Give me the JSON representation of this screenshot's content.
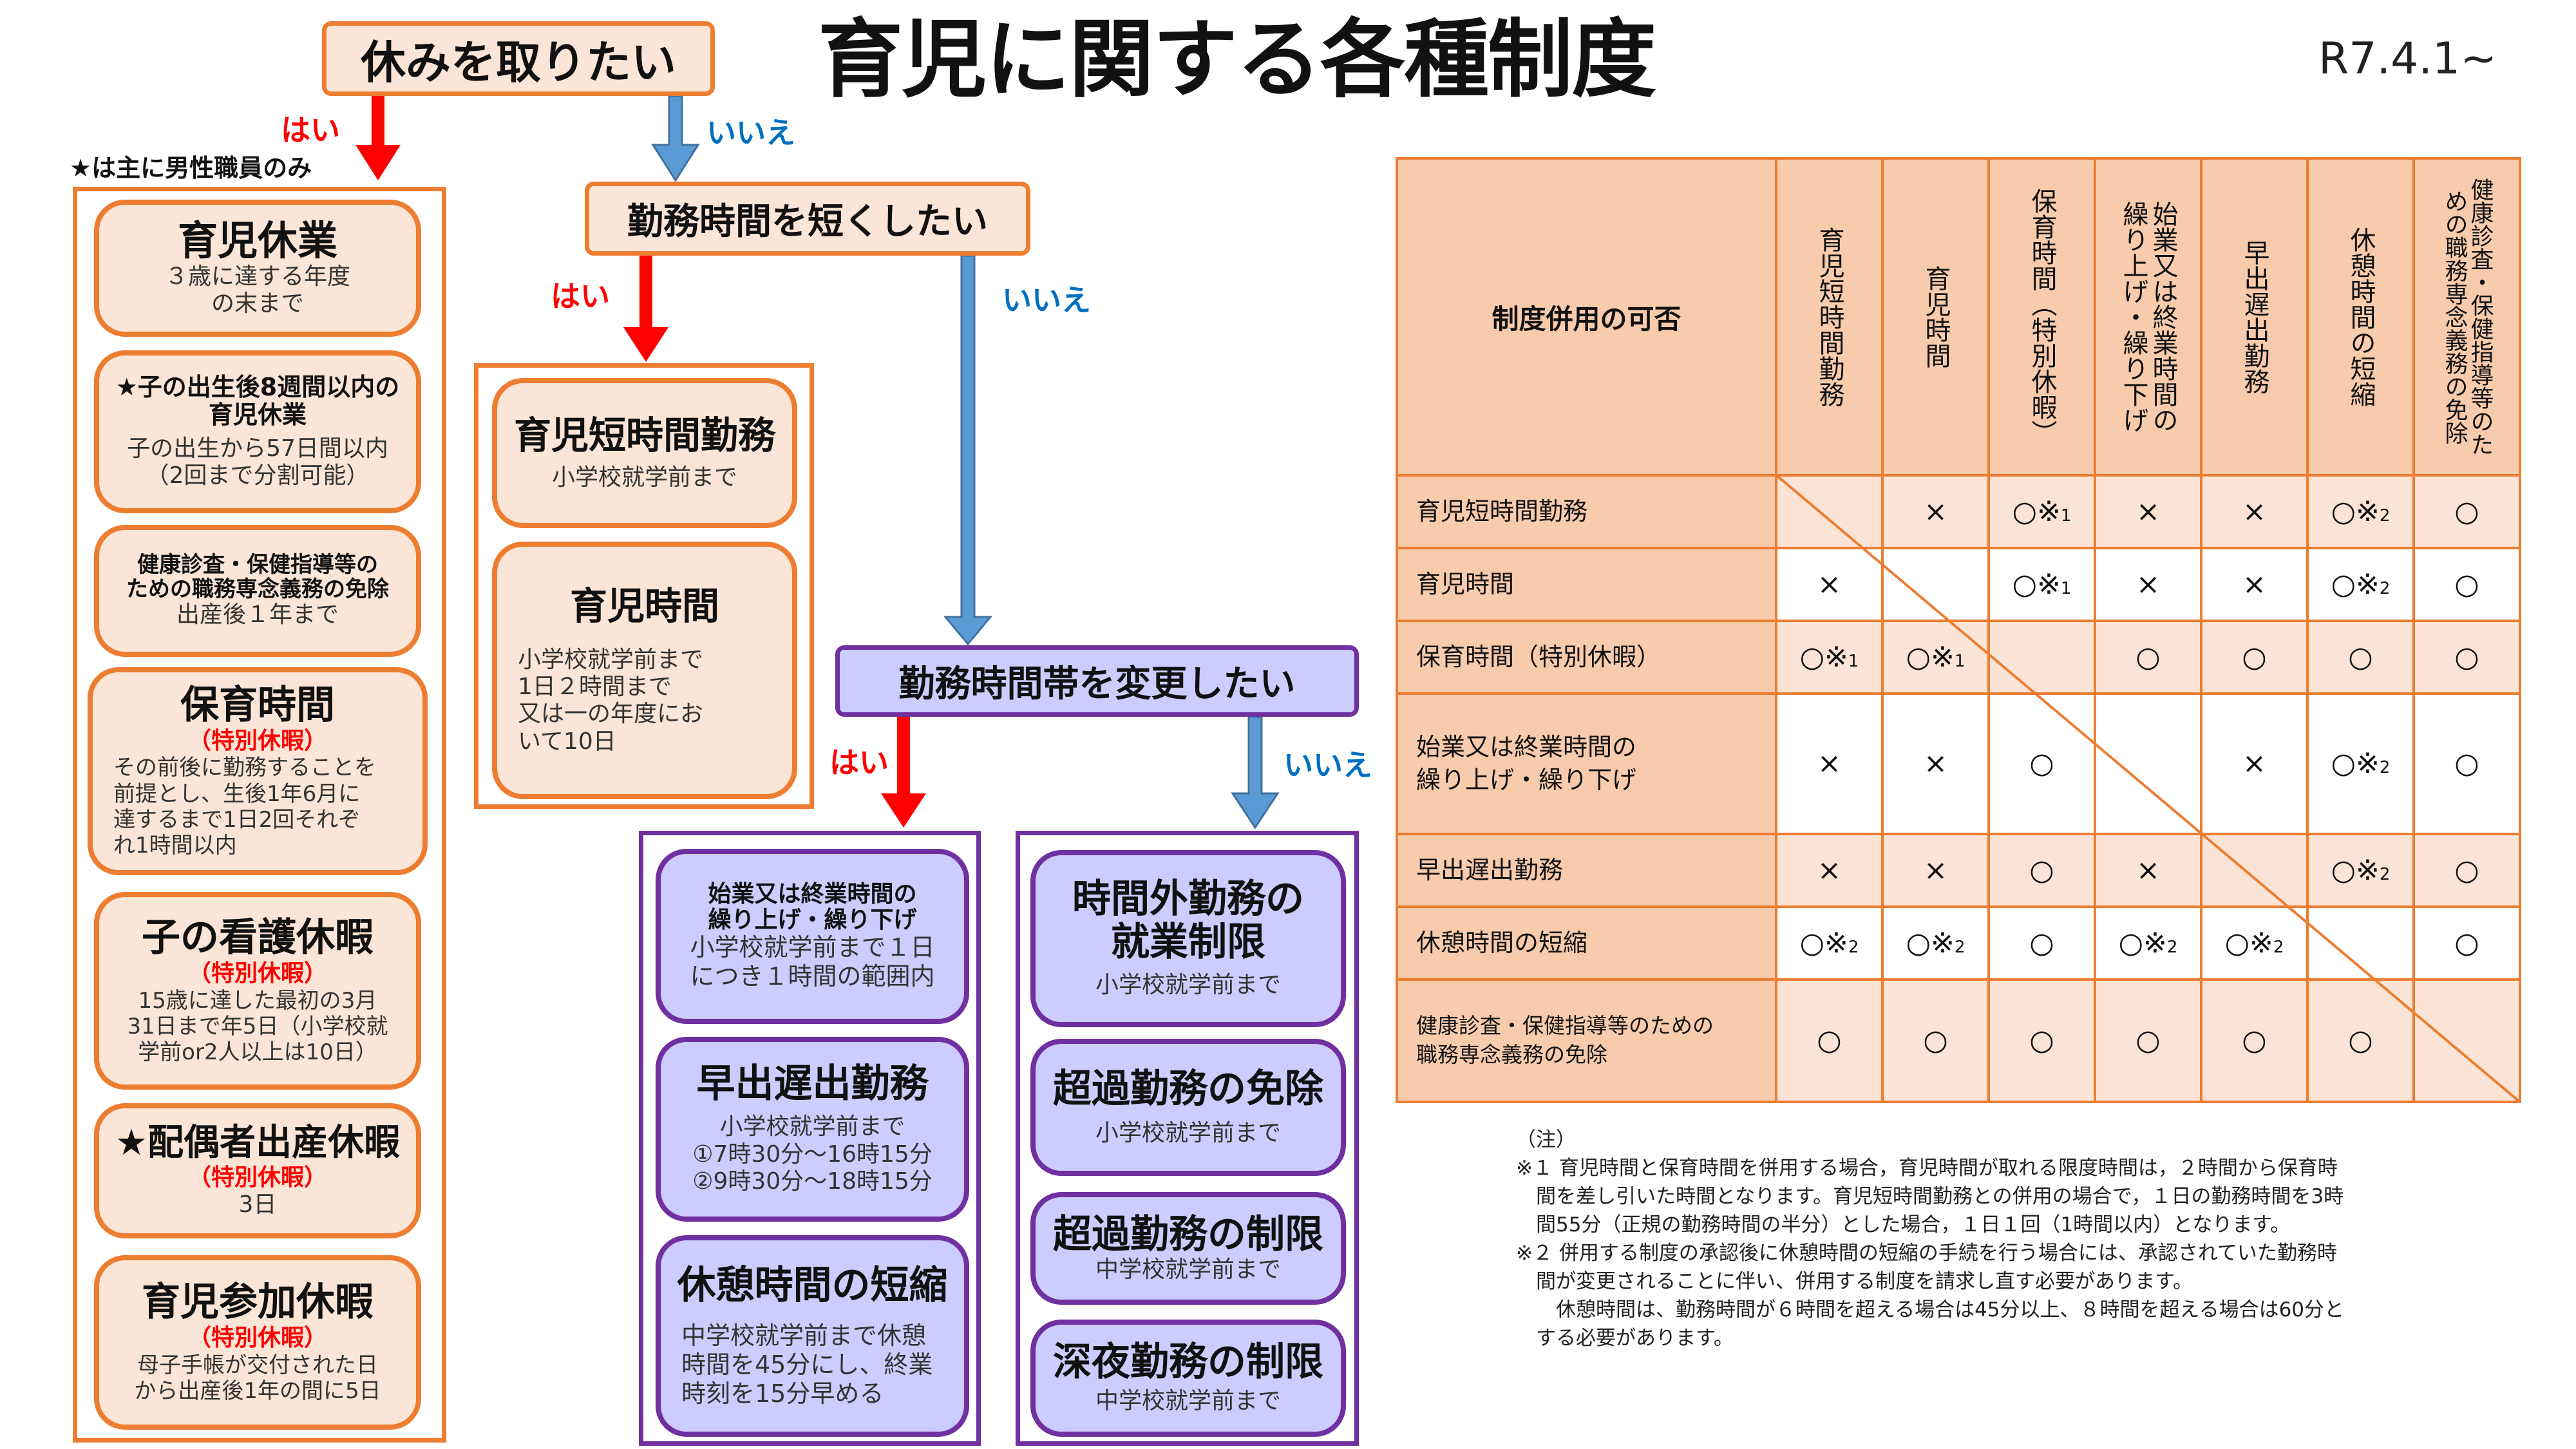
{
  "title": "育児に関する各種制度",
  "version": "R7.4.1~",
  "colors": {
    "orange": "#ED7D31",
    "peach": "#FBE5D6",
    "header": "#F8CBAD",
    "purple": "#7030A0",
    "lavender": "#CCCCFF",
    "yes_red": "#FF0000",
    "no_blue": "#5B9BD5"
  },
  "flow": {
    "q1": "休みを取りたい",
    "q1_yes": "はい",
    "q1_no": "いいえ",
    "male_note": "★は主に男性職員のみ",
    "q2": "勤務時間を短くしたい",
    "q2_yes": "はい",
    "q2_no": "いいえ",
    "q3": "勤務時間帯を変更したい",
    "q3_yes": "はい",
    "q3_no": "いいえ"
  },
  "leave": [
    {
      "title": "育児休業",
      "desc": "３歳に達する年度\nの末まで"
    },
    {
      "title": "★子の出生後8週間以内の\n育児休業",
      "desc": "子の出生から57日間以内\n（2回まで分割可能）"
    },
    {
      "title": "健康診査・保健指導等の\nための職務専念義務の免除",
      "desc": "出産後１年まで"
    },
    {
      "title": "保育時間",
      "tag": "（特別休暇）",
      "desc": "その前後に勤務することを\n前提とし、生後1年6月に\n達するまで1日2回それぞ\nれ1時間以内"
    },
    {
      "title": "子の看護休暇",
      "tag": "（特別休暇）",
      "desc": "15歳に達した最初の3月\n31日まで年5日（小学校就\n学前or2人以上は10日）"
    },
    {
      "title": "★配偶者出産休暇",
      "tag": "（特別休暇）",
      "desc": "3日"
    },
    {
      "title": "育児参加休暇",
      "tag": "（特別休暇）",
      "desc": "母子手帳が交付された日\nから出産後1年の間に5日"
    }
  ],
  "shorten": [
    {
      "title": "育児短時間勤務",
      "desc": "小学校就学前まで"
    },
    {
      "title": "育児時間",
      "desc": "小学校就学前まで\n1日２時間まで\n又は一の年度にお\nいて10日"
    }
  ],
  "shift": [
    {
      "title": "始業又は終業時間の\n繰り上げ・繰り下げ",
      "desc": "小学校就学前まで１日\nにつき１時間の範囲内"
    },
    {
      "title": "早出遅出勤務",
      "desc": "小学校就学前まで\n①7時30分～16時15分\n②9時30分～18時15分"
    },
    {
      "title": "休憩時間の短縮",
      "desc": "中学校就学前まで休憩\n時間を45分にし、終業\n時刻を15分早める"
    }
  ],
  "limits": [
    {
      "title": "時間外勤務の\n就業制限",
      "desc": "小学校就学前まで"
    },
    {
      "title": "超過勤務の免除",
      "desc": "小学校就学前まで"
    },
    {
      "title": "超過勤務の制限",
      "desc": "中学校就学前まで"
    },
    {
      "title": "深夜勤務の制限",
      "desc": "中学校就学前まで"
    }
  ],
  "table": {
    "corner": "制度併用の可否",
    "columns": [
      "育児短時間勤務",
      "育児時間",
      "保育時間（特別休暇）",
      "始業又は終業時間の\n繰り上げ・繰り下げ",
      "早出遅出勤務",
      "休憩時間の短縮",
      "健康診査・保健指導等のた\nめの職務専念義務の免除"
    ],
    "rows": [
      {
        "label": "育児短時間勤務",
        "cells": [
          "",
          "×",
          "○※1",
          "×",
          "×",
          "○※2",
          "○"
        ]
      },
      {
        "label": "育児時間",
        "cells": [
          "×",
          "",
          "○※1",
          "×",
          "×",
          "○※2",
          "○"
        ]
      },
      {
        "label": "保育時間（特別休暇）",
        "cells": [
          "○※1",
          "○※1",
          "",
          "○",
          "○",
          "○",
          "○"
        ]
      },
      {
        "label": "始業又は終業時間の\n繰り上げ・繰り下げ",
        "cells": [
          "×",
          "×",
          "○",
          "",
          "×",
          "○※2",
          "○"
        ]
      },
      {
        "label": "早出遅出勤務",
        "cells": [
          "×",
          "×",
          "○",
          "×",
          "",
          "○※2",
          "○"
        ]
      },
      {
        "label": "休憩時間の短縮",
        "cells": [
          "○※2",
          "○※2",
          "○",
          "○※2",
          "○※2",
          "",
          "○"
        ]
      },
      {
        "label": "健康診査・保健指導等のための\n職務専念義務の免除",
        "cells": [
          "○",
          "○",
          "○",
          "○",
          "○",
          "○",
          ""
        ]
      }
    ]
  },
  "notes": "（注）\n※１ 育児時間と保育時間を併用する場合，育児時間が取れる限度時間は，２時間から保育時\n　間を差し引いた時間となります。育児短時間勤務との併用の場合で，１日の勤務時間を3時\n　間55分（正規の勤務時間の半分）とした場合，１日１回（1時間以内）となります。\n※２ 併用する制度の承認後に休憩時間の短縮の手続を行う場合には、承認されていた勤務時\n　間が変更されることに伴い、併用する制度を請求し直す必要があります。\n　　休憩時間は、勤務時間が６時間を超える場合は45分以上、８時間を超える場合は60分と\n　する必要があります。"
}
